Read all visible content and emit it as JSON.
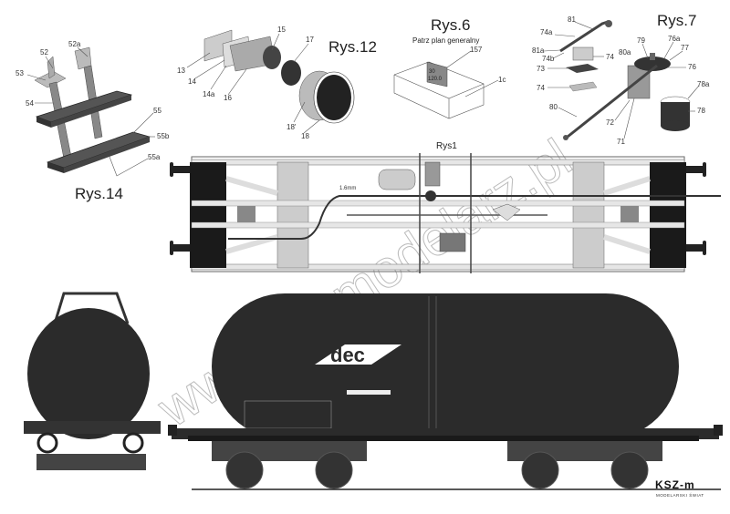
{
  "figures": {
    "rys14": {
      "title": "Rys.14",
      "labels": [
        "52",
        "52a",
        "53",
        "54",
        "55",
        "55b",
        "55a"
      ]
    },
    "rys12": {
      "title": "Rys.12",
      "labels": [
        "13",
        "14",
        "14a",
        "16",
        "15",
        "17",
        "18'",
        "18"
      ]
    },
    "rys6": {
      "title": "Rys.6",
      "subtitle": "Patrz plan generalny",
      "labels": [
        "157",
        "1c"
      ],
      "plate_text": [
        "30",
        "120.0"
      ]
    },
    "rys7": {
      "title": "Rys.7",
      "labels": [
        "81",
        "74a",
        "81a",
        "74b",
        "74",
        "73",
        "74",
        "80",
        "72",
        "71",
        "79",
        "76a",
        "77",
        "80a",
        "76",
        "78a",
        "78"
      ]
    },
    "rys1": {
      "title": "Rys1",
      "dimension": "1.6mm"
    }
  },
  "wagon": {
    "logo_text": "dec"
  },
  "brand": {
    "logo": "KSZ-m",
    "tagline": "MODELARSKI ŚWIAT"
  },
  "watermark": "www.kszmodelarz.pl",
  "colors": {
    "tank": "#2b2b2b",
    "frame": "#e6e6e6",
    "dark": "#1a1a1a"
  }
}
